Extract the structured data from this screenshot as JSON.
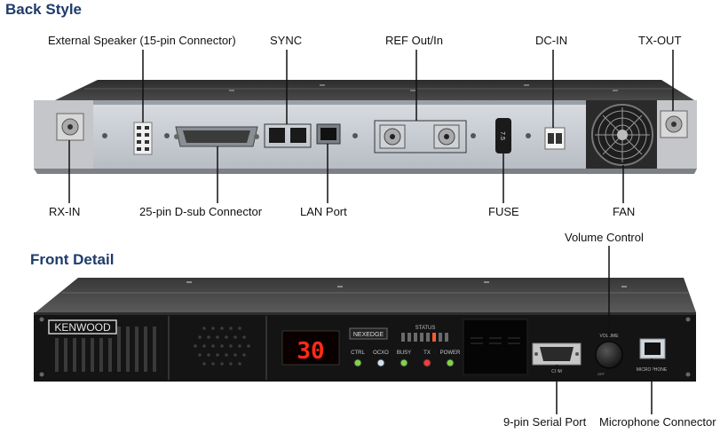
{
  "sections": {
    "back_title": "Back Style",
    "front_title": "Front Detail"
  },
  "back_labels": {
    "ext_speaker": "External Speaker (15-pin Connector)",
    "sync": "SYNC",
    "ref_out_in": "REF Out/In",
    "dc_in": "DC-IN",
    "tx_out": "TX-OUT",
    "rx_in": "RX-IN",
    "dsub25": "25-pin D-sub Connector",
    "lan_port": "LAN Port",
    "fuse": "FUSE",
    "fan": "FAN"
  },
  "front_labels": {
    "volume_control": "Volume Control",
    "serial_port": "9-pin Serial Port",
    "mic_connector": "Microphone Connector"
  },
  "device": {
    "brand": "KENWOOD",
    "display_value": "30",
    "mode_badge": "NEXEDGE",
    "status_label": "STATUS",
    "indicators": [
      {
        "label": "CTRL",
        "color": "#7fd34a"
      },
      {
        "label": "OCXO",
        "color": "#cfe0ee"
      },
      {
        "label": "BUSY",
        "color": "#7fd34a"
      },
      {
        "label": "TX",
        "color": "#ff3a3a"
      },
      {
        "label": "POWER",
        "color": "#7fd34a"
      }
    ],
    "com_label": "COM",
    "volume_label": "VOLUME",
    "off_label": "OFF",
    "mic_label": "MICROPHONE",
    "fuse_rating": "7.5"
  }
}
